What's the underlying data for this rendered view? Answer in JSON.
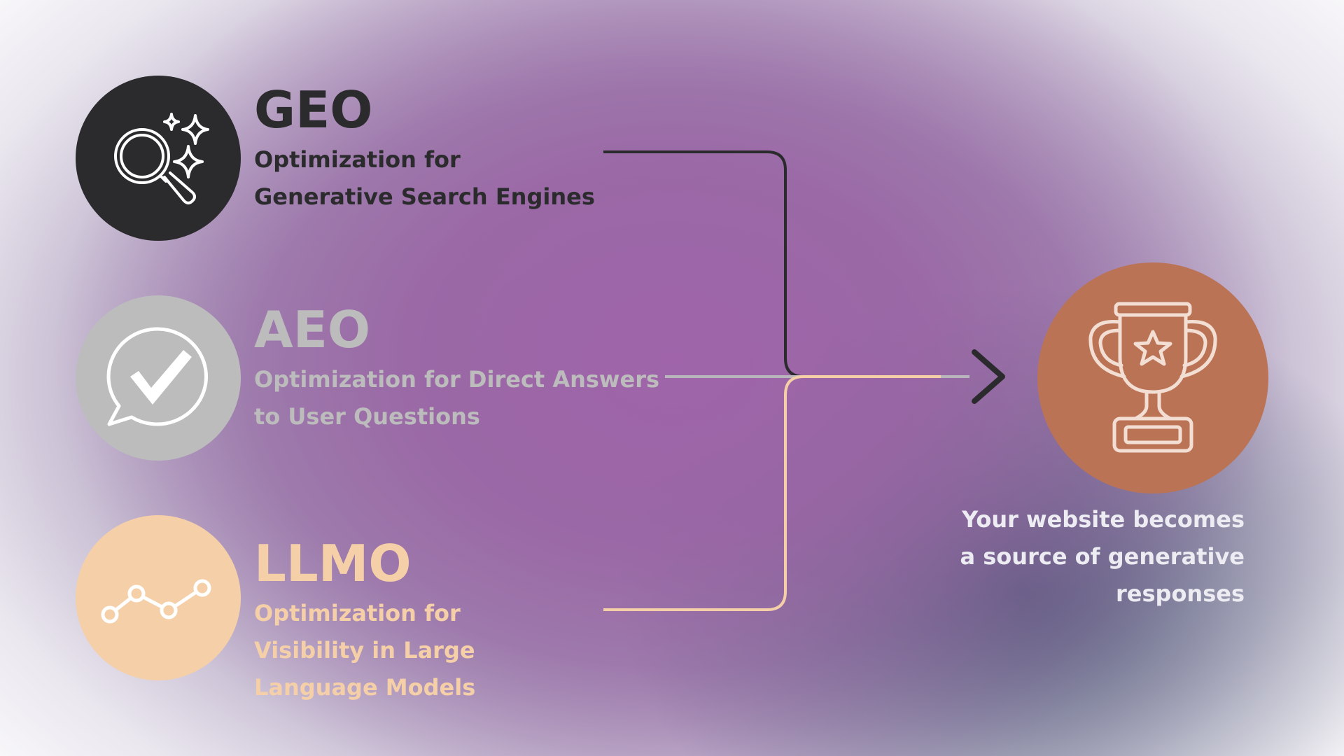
{
  "items": [
    {
      "title": "GEO",
      "lines": [
        "Optimization for",
        "Generative Search Engines"
      ],
      "icon": "magnifier-sparkles-icon",
      "circle_color": "#2b2a2c",
      "text_color": "#2b2a2c",
      "icon_color": "#ffffff",
      "connector_color": "#2b2a2c"
    },
    {
      "title": "AEO",
      "lines": [
        "Optimization for Direct Answers",
        "to User Questions"
      ],
      "icon": "speech-bubble-check-icon",
      "circle_color": "#bdbcbd",
      "text_color": "#bdbcbd",
      "icon_color": "#ffffff",
      "connector_color": "#b9b5bc"
    },
    {
      "title": "LLMO",
      "lines": [
        "Optimization for",
        "Visibility in Large",
        "Language Models"
      ],
      "icon": "line-graph-icon",
      "circle_color": "#f5cfa8",
      "text_color": "#f5cfa8",
      "icon_color": "#ffffff",
      "connector_color": "#f5cfa8"
    }
  ],
  "result": {
    "lines": [
      "Your website becomes",
      "a source of generative",
      "responses"
    ],
    "icon": "trophy-star-icon",
    "circle_color": "#bb7356",
    "icon_color": "#f2ded3",
    "arrow_color": "#2b2a2c"
  }
}
